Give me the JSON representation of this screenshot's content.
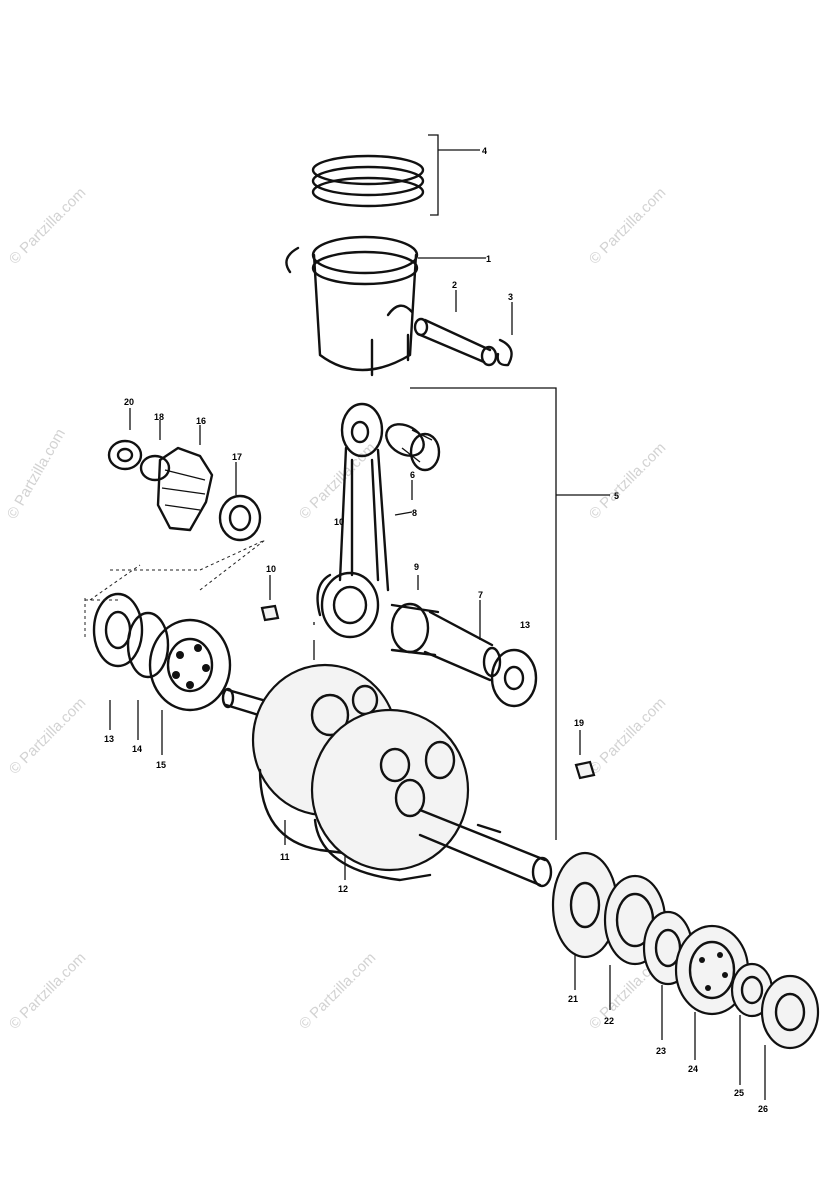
{
  "watermark": "© Partzilla.com",
  "callouts": [
    "4",
    "1",
    "2",
    "3",
    "5",
    "6",
    "7",
    "8",
    "9",
    "10",
    "11",
    "12",
    "13",
    "14",
    "15",
    "16",
    "17",
    "18",
    "19",
    "20",
    "21",
    "22",
    "23",
    "24",
    "25",
    "26"
  ],
  "colors": {
    "ink": "#111111",
    "paper": "#ffffff",
    "watermark": "#c8c8c8"
  }
}
